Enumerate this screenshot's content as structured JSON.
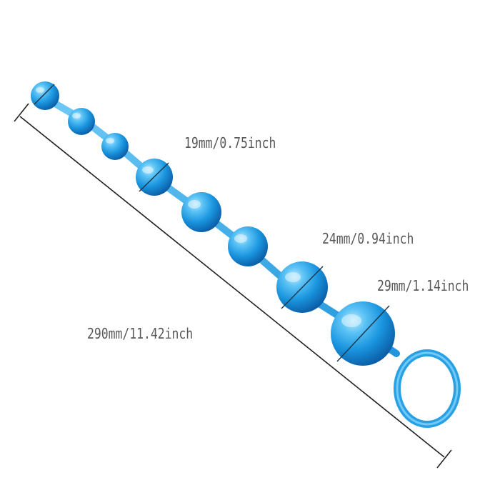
{
  "labels": {
    "small_diameter": "19mm/0.75inch",
    "medium_diameter": "24mm/0.94inch",
    "large_diameter": "29mm/1.14inch",
    "total_length": "290mm/11.42inch"
  },
  "colors": {
    "bead_light": "#7fd4ff",
    "bead_mid": "#1f9fe6",
    "bead_dark": "#0b5fa8",
    "dimension_line": "#222222",
    "label_text": "#595959"
  }
}
